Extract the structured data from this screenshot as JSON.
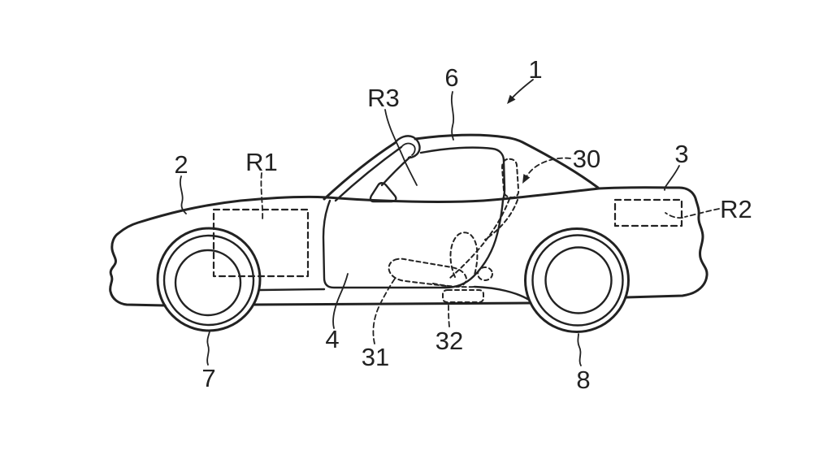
{
  "figure": {
    "labels": {
      "n1": "1",
      "n2": "2",
      "n3": "3",
      "n4": "4",
      "n6": "6",
      "n7": "7",
      "n8": "8",
      "n30": "30",
      "n31": "31",
      "n32": "32",
      "r1": "R1",
      "r2": "R2",
      "r3": "R3"
    },
    "colors": {
      "background": "#ffffff",
      "ink": "#222222"
    }
  }
}
